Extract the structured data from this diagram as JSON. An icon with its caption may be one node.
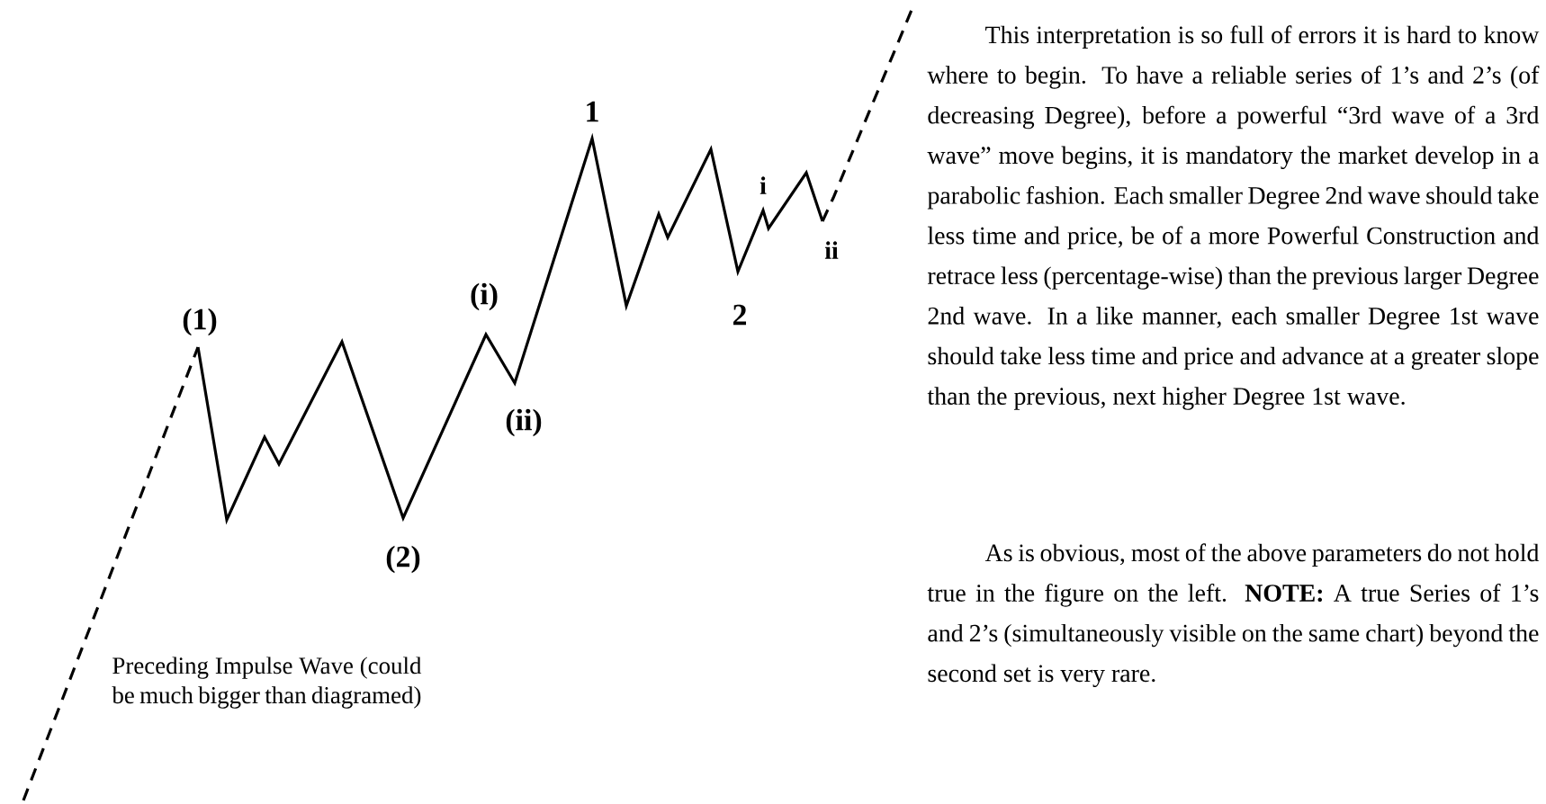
{
  "diagram": {
    "labels": [
      "1",
      "i",
      "(i)",
      "(1)",
      "2",
      "ii",
      "(ii)",
      "(2)",
      "Preceding Impulse Wave (could be much bigger than diagramed)",
      "This interpretation is so full of errors it is hard to know where to begin. To have a reliable series of 1’s and 2’s (of decreasing Degree), before a powerful “3rd wave of a 3rd wave” move begins, it is mandatory the market develop in a parabolic fashion. Each smaller Degree 2nd wave should take less time and price, be of a more Powerful Construction and retrace less (percentage-wise) than the previous larger Degree 2nd wave. In a like manner, each smaller Degree 1st wave should take less time and price and advance at a greater slope than the previous, next higher Degree 1st wave.",
      "As is obvious, most of the above parameters do not hold true in the figure on the left. **NOTE:** A true Series of 1’s and 2’s (simultaneously visible on the same chart) beyond the second set is very rare."
    ]
  }
}
